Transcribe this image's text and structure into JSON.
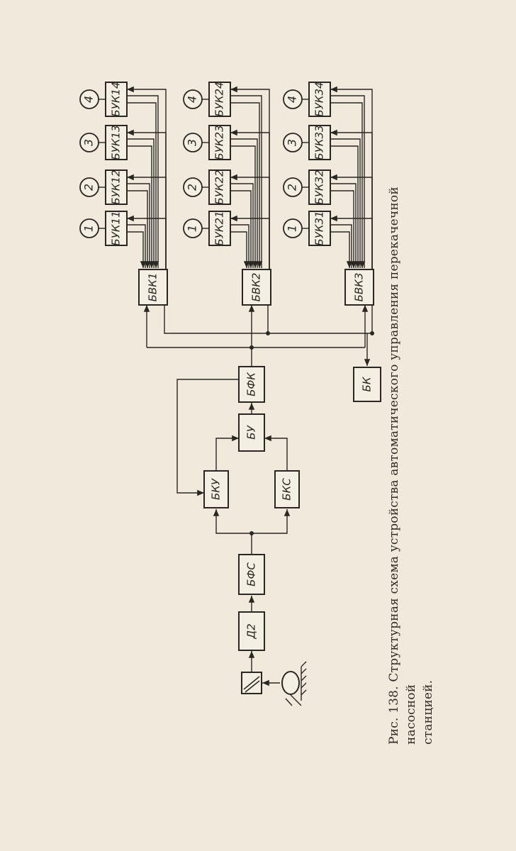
{
  "caption": {
    "line1": "Рис. 138. Структурная схема устройства автоматического управления перекачечной насосной",
    "line2": "станцией."
  },
  "blocks": {
    "d2": "Д2",
    "bfs": "БФС",
    "bku": "БКУ",
    "bks": "БКС",
    "bu": "БУ",
    "bfk": "БФК",
    "bk": "БК",
    "bvk1": "БВК1",
    "bvk2": "БВК2",
    "bvk3": "БВК3"
  },
  "control_units": [
    [
      "БУК11",
      "БУК12",
      "БУК13",
      "БУК14"
    ],
    [
      "БУК21",
      "БУК22",
      "БУК23",
      "БУК24"
    ],
    [
      "БУК31",
      "БУК32",
      "БУК33",
      "БУК34"
    ]
  ],
  "pump_numbers": [
    "1",
    "2",
    "3",
    "4"
  ]
}
